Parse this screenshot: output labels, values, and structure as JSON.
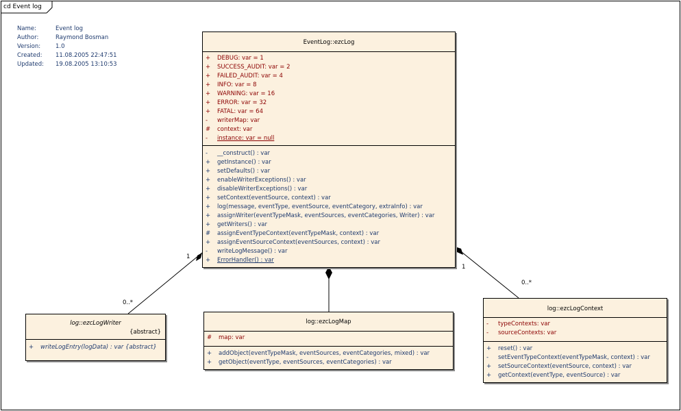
{
  "frame_title": "cd Event log",
  "metadata": [
    {
      "key": "Name:",
      "value": "Event log"
    },
    {
      "key": "Author:",
      "value": "Raymond Bosman"
    },
    {
      "key": "Version:",
      "value": "1.0"
    },
    {
      "key": "Created:",
      "value": "11.08.2005 22:47:51"
    },
    {
      "key": "Updated:",
      "value": "19.08.2005 13:10:53"
    }
  ],
  "colors": {
    "class_fill": "#fcf1df",
    "attribute_text": "#8b0000",
    "operation_text": "#1e3a6e"
  },
  "classes": {
    "ezcLog": {
      "name": "EventLog::ezcLog",
      "attributes": [
        {
          "vis": "+",
          "text": "DEBUG:  var = 1"
        },
        {
          "vis": "+",
          "text": "SUCCESS_AUDIT:  var = 2"
        },
        {
          "vis": "+",
          "text": "FAILED_AUDIT:  var = 4"
        },
        {
          "vis": "+",
          "text": "INFO:  var = 8"
        },
        {
          "vis": "+",
          "text": "WARNING:  var = 16"
        },
        {
          "vis": "+",
          "text": "ERROR:  var = 32"
        },
        {
          "vis": "+",
          "text": "FATAL:  var = 64"
        },
        {
          "vis": "-",
          "text": "writerMap:  var"
        },
        {
          "vis": "#",
          "text": "context:  var"
        },
        {
          "vis": "-",
          "text": "instance:  var = null"
        }
      ],
      "operations": [
        {
          "vis": "-",
          "text": "__construct() : var"
        },
        {
          "vis": "+",
          "text": "getInstance() : var"
        },
        {
          "vis": "+",
          "text": "setDefaults() : var"
        },
        {
          "vis": "+",
          "text": "enableWriterExceptions() : var"
        },
        {
          "vis": "+",
          "text": "disableWriterExceptions() : var"
        },
        {
          "vis": "+",
          "text": "setContext(eventSource, context) : var"
        },
        {
          "vis": "+",
          "text": "log(message, eventType, eventSource, eventCategory, extraInfo) : var"
        },
        {
          "vis": "+",
          "text": "assignWriter(eventTypeMask, eventSources, eventCategories, Writer) : var"
        },
        {
          "vis": "+",
          "text": "getWriters() : var"
        },
        {
          "vis": "#",
          "text": "assignEventTypeContext(eventTypeMask, context) : var"
        },
        {
          "vis": "+",
          "text": "assignEventSourceContext(eventSources, context) : var"
        },
        {
          "vis": "-",
          "text": "writeLogMessage() : var"
        },
        {
          "vis": "+",
          "text": "ErrorHandler() : var"
        }
      ]
    },
    "ezcLogWriter": {
      "name": "log::ezcLogWriter",
      "stereotype": "{abstract}",
      "operations": [
        {
          "vis": "+",
          "text": "writeLogEntry(logData) : var {abstract}"
        }
      ]
    },
    "ezcLogMap": {
      "name": "log::ezcLogMap",
      "attributes": [
        {
          "vis": "#",
          "text": "map:  var"
        }
      ],
      "operations": [
        {
          "vis": "+",
          "text": "addObject(eventTypeMask, eventSources, eventCategories, mixed) : var"
        },
        {
          "vis": "+",
          "text": "getObject(eventType, eventSources, eventCategories) : var"
        }
      ]
    },
    "ezcLogContext": {
      "name": "log::ezcLogContext",
      "attributes": [
        {
          "vis": "-",
          "text": "typeContexts:  var"
        },
        {
          "vis": "-",
          "text": "sourceContexts:  var"
        }
      ],
      "operations": [
        {
          "vis": "+",
          "text": "reset() : var"
        },
        {
          "vis": "-",
          "text": "setEventTypeContext(eventTypeMask, context) : var"
        },
        {
          "vis": "+",
          "text": "setSourceContext(eventSource, context) : var"
        },
        {
          "vis": "+",
          "text": "getContext(eventType, eventSource) : var"
        }
      ]
    }
  },
  "associations": [
    {
      "from": "ezcLog",
      "to": "ezcLogWriter",
      "kind": "composition",
      "source_mult": "1",
      "target_mult": "0..*"
    },
    {
      "from": "ezcLog",
      "to": "ezcLogMap",
      "kind": "composition",
      "source_mult": "",
      "target_mult": ""
    },
    {
      "from": "ezcLog",
      "to": "ezcLogContext",
      "kind": "composition",
      "source_mult": "1",
      "target_mult": "0..*"
    }
  ]
}
